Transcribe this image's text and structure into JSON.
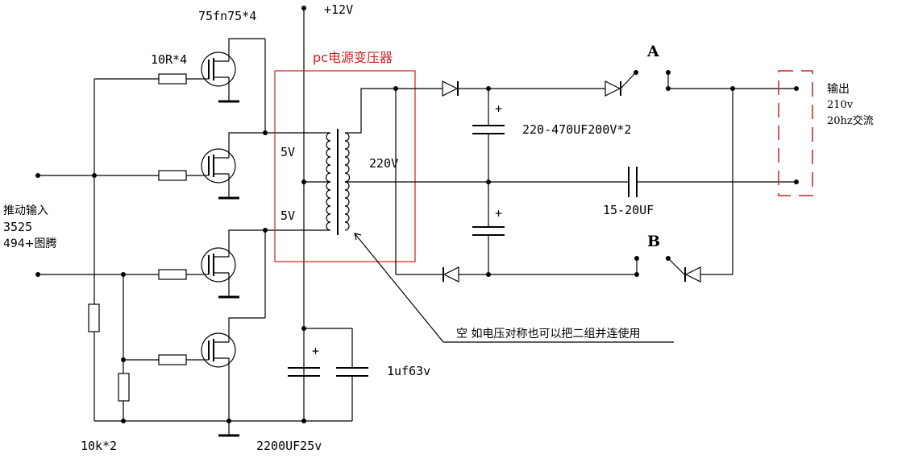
{
  "labels": {
    "mosfet_model": "75fn75*4",
    "vcc": "+12V",
    "gate_resistor": "10R*4",
    "transformer_title": "pc电源变压器",
    "primary_top": "5V",
    "primary_bottom": "5V",
    "secondary": "220V",
    "cap_top_plus": "+",
    "cap_bottom_plus": "+",
    "cap_rating": "220-470UF200V*2",
    "series_cap": "15-20UF",
    "point_a": "A",
    "point_b": "B",
    "output_line1": "输出",
    "output_line2": "210v",
    "output_line3": "20hz交流",
    "drive_line1": "推动输入",
    "drive_line2": "3525",
    "drive_line3": "494+图腾",
    "note": "空 如电压对称也可以把二组并连使用",
    "supply_cap_plus": "+",
    "supply_cap_small": "1uf63v",
    "pulldown_resistor": "10k*2",
    "supply_cap_big": "2200UF25v"
  },
  "colors": {
    "wire": "#000000",
    "transformer_box": "#cc2222"
  }
}
